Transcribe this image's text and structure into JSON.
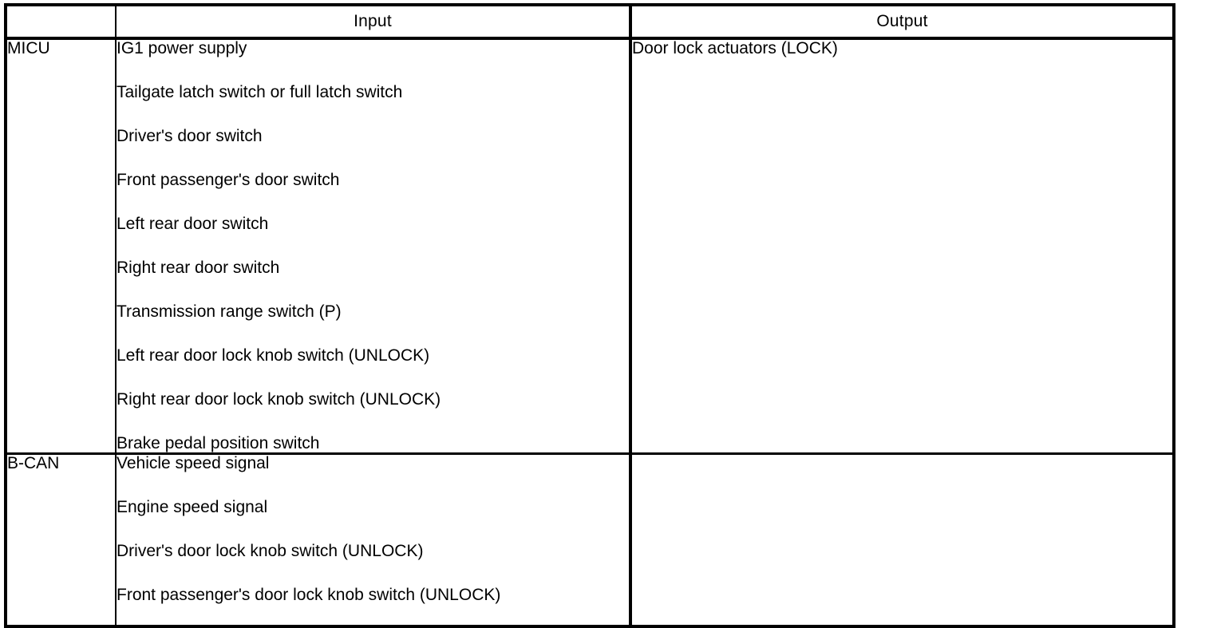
{
  "table": {
    "columns": {
      "module_header": "",
      "input_header": "Input",
      "output_header": "Output"
    },
    "rows": [
      {
        "module": "MICU",
        "inputs": [
          "IG1 power supply",
          "Tailgate latch switch or full latch switch",
          "Driver's door switch",
          "Front passenger's door switch",
          "Left rear door switch",
          "Right rear door switch",
          "Transmission range switch (P)",
          "Left rear door lock knob switch (UNLOCK)",
          "Right rear door lock knob switch (UNLOCK)",
          "Brake pedal position switch"
        ],
        "outputs": [
          "Door lock actuators (LOCK)"
        ]
      },
      {
        "module": "B-CAN",
        "inputs": [
          "Vehicle speed signal",
          "Engine speed signal",
          "Driver's door lock knob switch (UNLOCK)",
          "Front passenger's door lock knob switch (UNLOCK)"
        ],
        "outputs": []
      }
    ]
  },
  "colors": {
    "border": "#000000",
    "text": "#000000",
    "background": "#ffffff"
  }
}
